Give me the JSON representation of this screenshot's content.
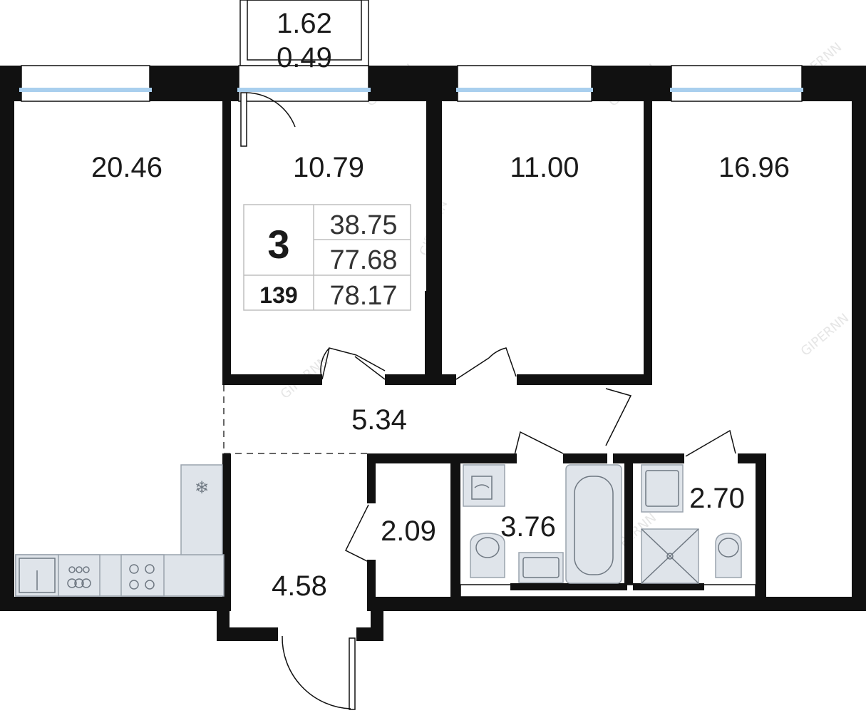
{
  "plan": {
    "rooms": {
      "living_kitchen": "20.46",
      "bedroom_1": "10.79",
      "bedroom_2": "11.00",
      "bedroom_3": "16.96",
      "hallway": "5.34",
      "entrance": "4.58",
      "storage": "2.09",
      "bathroom": "3.76",
      "wc": "2.70"
    },
    "balcony": {
      "area": "1.62",
      "reduced_area": "0.49"
    },
    "summary_card": {
      "rooms_count": "3",
      "apartment_number": "139",
      "living_area": "38.75",
      "total_area": "77.68",
      "total_with_balcony": "78.17"
    },
    "watermark": "GIPERNN",
    "colors": {
      "wall": "#111111",
      "glass": "#a9cfee",
      "fixture": "#dfe4ea"
    }
  }
}
